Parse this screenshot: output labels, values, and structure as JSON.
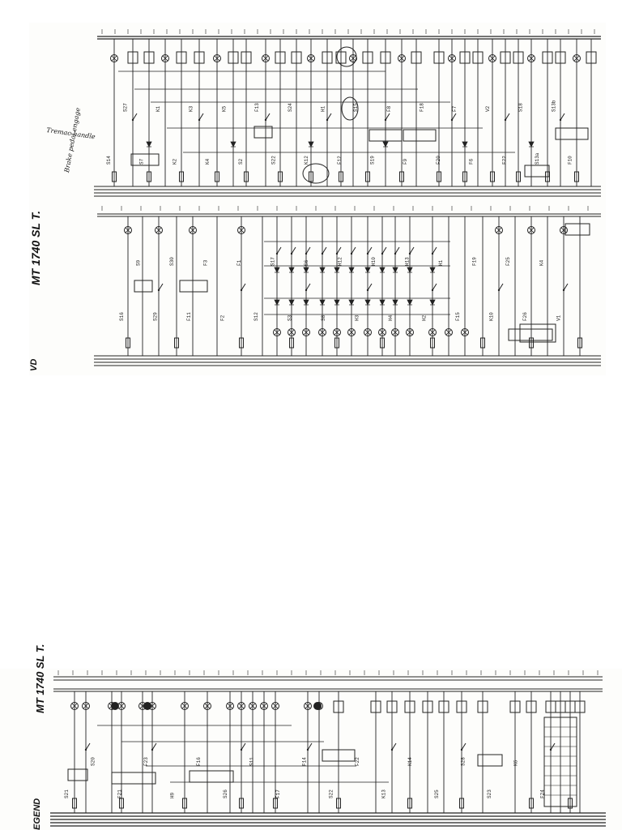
{
  "document": {
    "model_label_top": "MT 1740 SL T.",
    "edge_label_top": "VD",
    "model_label_bottom": "MT 1740 SL T.",
    "edge_label_bottom": "EGEND",
    "handwritten_notes": [
      "Tremac handle",
      "Brake pedal engage"
    ],
    "top_upper_labels": [
      "S14",
      "S27",
      "S7",
      "K1",
      "K2",
      "K3",
      "K4",
      "K5",
      "S2",
      "F13",
      "S22",
      "S24",
      "K12",
      "H1",
      "F12",
      "S15",
      "S19",
      "F8",
      "F9",
      "F18",
      "F20",
      "F7",
      "F6",
      "V2",
      "F22",
      "S18",
      "S13a",
      "S13b",
      "F10"
    ],
    "top_lower_labels": [
      "S16",
      "S9",
      "S29",
      "S30",
      "F11",
      "F3",
      "F2",
      "F1",
      "S12",
      "S17",
      "S3",
      "S6",
      "S8",
      "H12",
      "H3",
      "H10",
      "H4",
      "H13",
      "H2",
      "H1",
      "F15",
      "F19",
      "K10",
      "F25",
      "F26",
      "K4",
      "V1"
    ],
    "bottom_labels": [
      "S21",
      "S20",
      "F21",
      "F23",
      "H9",
      "F16",
      "S26",
      "S11",
      "F17",
      "F14",
      "S22",
      "F22",
      "K13",
      "K14",
      "S25",
      "S28",
      "S23",
      "K6",
      "F24"
    ]
  }
}
